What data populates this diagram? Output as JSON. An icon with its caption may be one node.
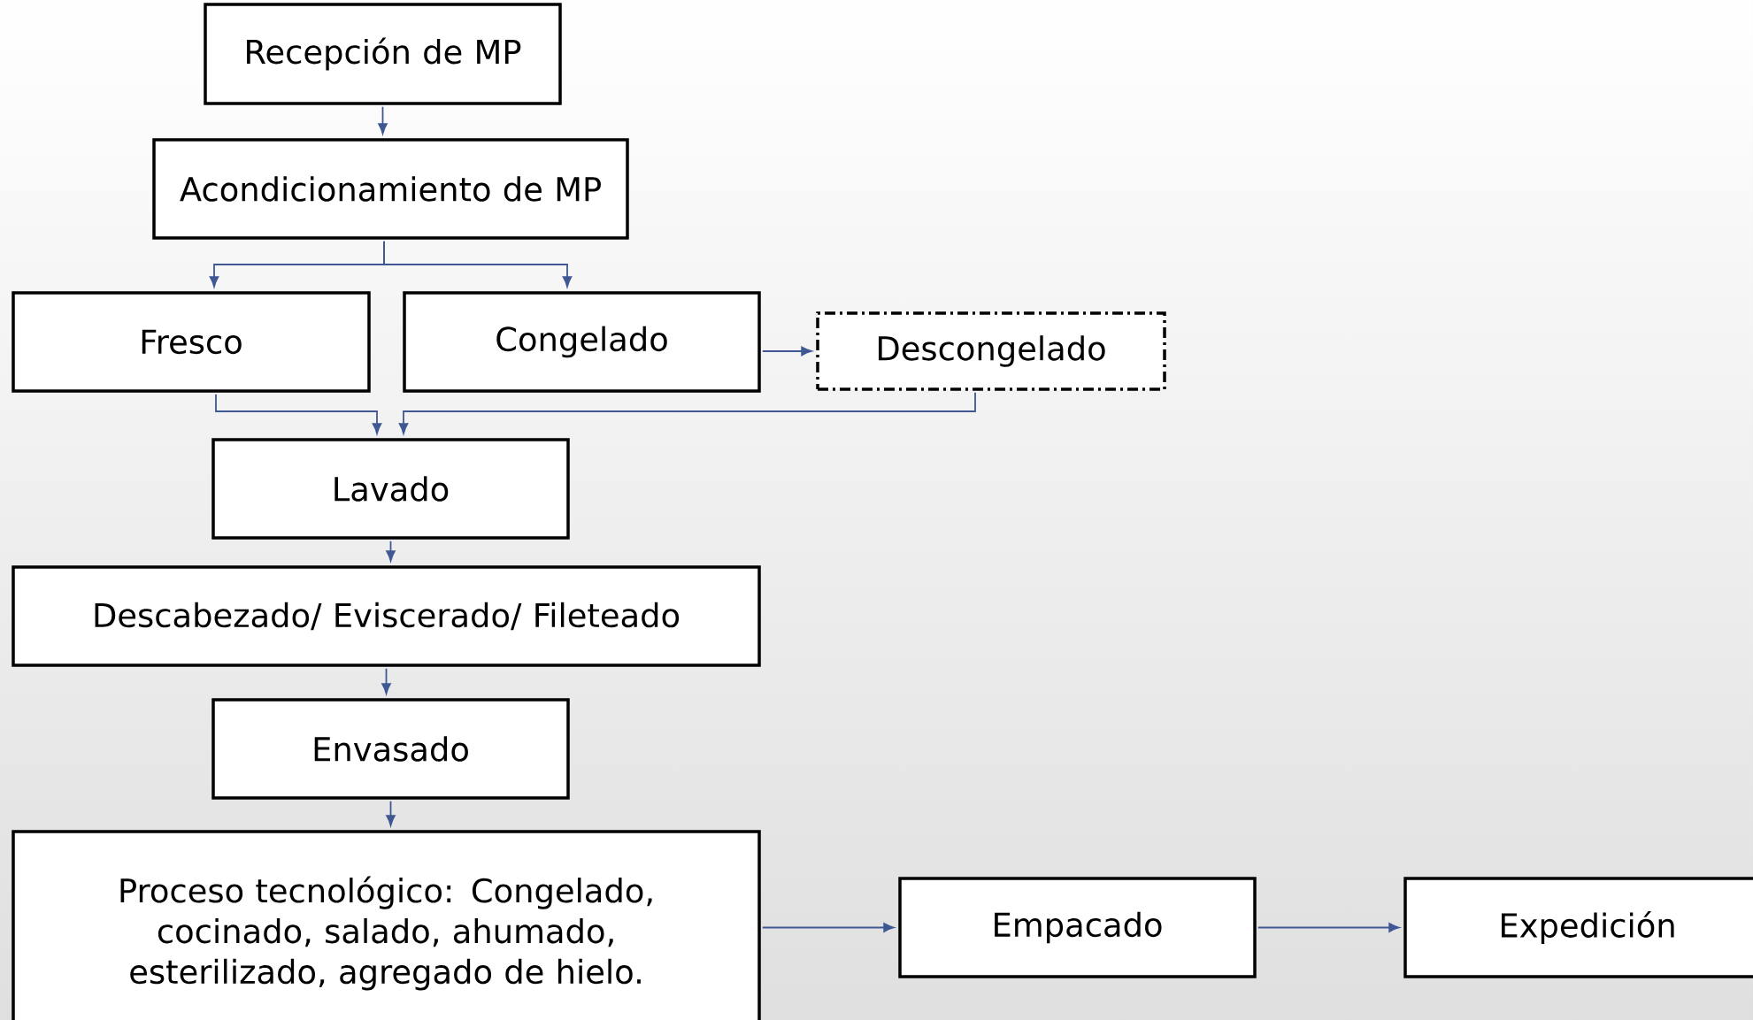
{
  "diagram": {
    "nodes": [
      {
        "text": [
          "Recepción de MP"
        ]
      },
      {
        "text": [
          "Acondicionamiento de MP"
        ]
      },
      {
        "text": [
          "Fresco"
        ]
      },
      {
        "text": [
          "Congelado"
        ]
      },
      {
        "text": [
          "Descongelado"
        ]
      },
      {
        "text": [
          "Lavado"
        ]
      },
      {
        "text": [
          "Descabezado/ Eviscerado/ Fileteado"
        ]
      },
      {
        "text": [
          "Envasado"
        ]
      },
      {
        "text": [
          "Proceso tecnológico: Congelado, cocinado, salado, ahumado, esterilizado, agregado de hielo."
        ]
      },
      {
        "text": [
          "Empacado"
        ]
      },
      {
        "text": [
          "Expedición"
        ]
      }
    ],
    "edges": [
      {
        "from": 0,
        "to": 1,
        "arrow": "to"
      },
      {
        "from": 1,
        "to": 2,
        "arrow": "to"
      },
      {
        "from": 1,
        "to": 3,
        "arrow": "to"
      },
      {
        "from": 3,
        "to": 4,
        "arrow": "to"
      },
      {
        "from": 2,
        "to": 5,
        "arrow": "to"
      },
      {
        "from": 4,
        "to": 5,
        "arrow": "to"
      },
      {
        "from": 5,
        "to": 6,
        "arrow": "to"
      },
      {
        "from": 6,
        "to": 7,
        "arrow": "to"
      },
      {
        "from": 7,
        "to": 8,
        "arrow": "to"
      },
      {
        "from": 8,
        "to": 9,
        "arrow": "to"
      },
      {
        "from": 9,
        "to": 10,
        "arrow": "to"
      }
    ]
  }
}
